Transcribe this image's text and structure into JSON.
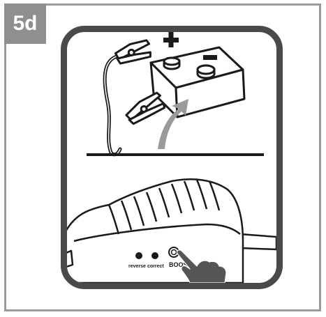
{
  "step": {
    "label": "5d"
  },
  "battery": {
    "positive_symbol": "+",
    "negative_symbol": "−"
  },
  "device": {
    "indicators": [
      {
        "label": "reverse"
      },
      {
        "label": "correct"
      }
    ],
    "boost_button_label": "BOOS"
  },
  "colors": {
    "frame_border": "#9b9b9b",
    "badge_background": "#8f8f8f",
    "panel_border": "#4a4a4a",
    "line_art": "#1a1a1a",
    "arrow": "#9a9a9a",
    "hand": "#555555"
  },
  "icons": [
    "battery-icon",
    "clamp-icon",
    "arrow-icon",
    "pointing-hand-icon"
  ]
}
